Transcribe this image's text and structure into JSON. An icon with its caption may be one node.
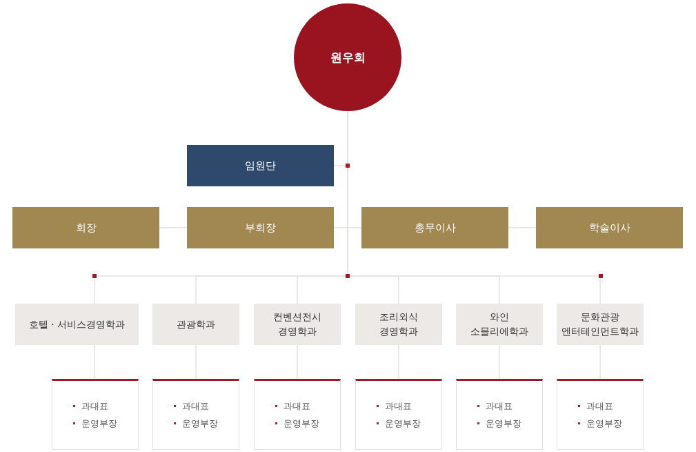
{
  "diagram": {
    "nodes": [
      {
        "text": [
          "원우회"
        ]
      },
      {
        "text": [
          "임원단"
        ]
      },
      {
        "text": [
          "회장"
        ]
      },
      {
        "text": [
          "부회장"
        ]
      },
      {
        "text": [
          "총무이사"
        ]
      },
      {
        "text": [
          "학술이사"
        ]
      },
      {
        "text": [
          "호텔 · 서비스경영학과"
        ]
      },
      {
        "text": [
          "관광학과"
        ]
      },
      {
        "text": [
          "컨벤션전시 경영학과"
        ]
      },
      {
        "text": [
          "조리외식 경영학과"
        ]
      },
      {
        "text": [
          "와인 소믈리에학과"
        ]
      },
      {
        "text": [
          "문화관광 엔터테인먼트학과"
        ]
      },
      {
        "text": [
          "과대표",
          "운영부장"
        ]
      },
      {
        "text": [
          "과대표",
          "운영부장"
        ]
      },
      {
        "text": [
          "과대표",
          "운영부장"
        ]
      },
      {
        "text": [
          "과대표",
          "운영부장"
        ]
      },
      {
        "text": [
          "과대표",
          "운영부장"
        ]
      },
      {
        "text": [
          "과대표",
          "운영부장"
        ]
      }
    ],
    "edges": [
      {
        "from": 0,
        "to": 1,
        "arrow": "none"
      },
      {
        "from": 2,
        "to": 3,
        "arrow": "none"
      },
      {
        "from": 3,
        "to": 4,
        "arrow": "none"
      },
      {
        "from": 4,
        "to": 5,
        "arrow": "none"
      },
      {
        "from": 0,
        "to": 6,
        "arrow": "none"
      },
      {
        "from": 0,
        "to": 7,
        "arrow": "none"
      },
      {
        "from": 0,
        "to": 8,
        "arrow": "none"
      },
      {
        "from": 0,
        "to": 9,
        "arrow": "none"
      },
      {
        "from": 0,
        "to": 10,
        "arrow": "none"
      },
      {
        "from": 0,
        "to": 11,
        "arrow": "none"
      },
      {
        "from": 6,
        "to": 12,
        "arrow": "none"
      },
      {
        "from": 7,
        "to": 13,
        "arrow": "none"
      },
      {
        "from": 8,
        "to": 14,
        "arrow": "none"
      },
      {
        "from": 9,
        "to": 15,
        "arrow": "none"
      },
      {
        "from": 10,
        "to": 16,
        "arrow": "none"
      },
      {
        "from": 11,
        "to": 17,
        "arrow": "none"
      }
    ]
  }
}
